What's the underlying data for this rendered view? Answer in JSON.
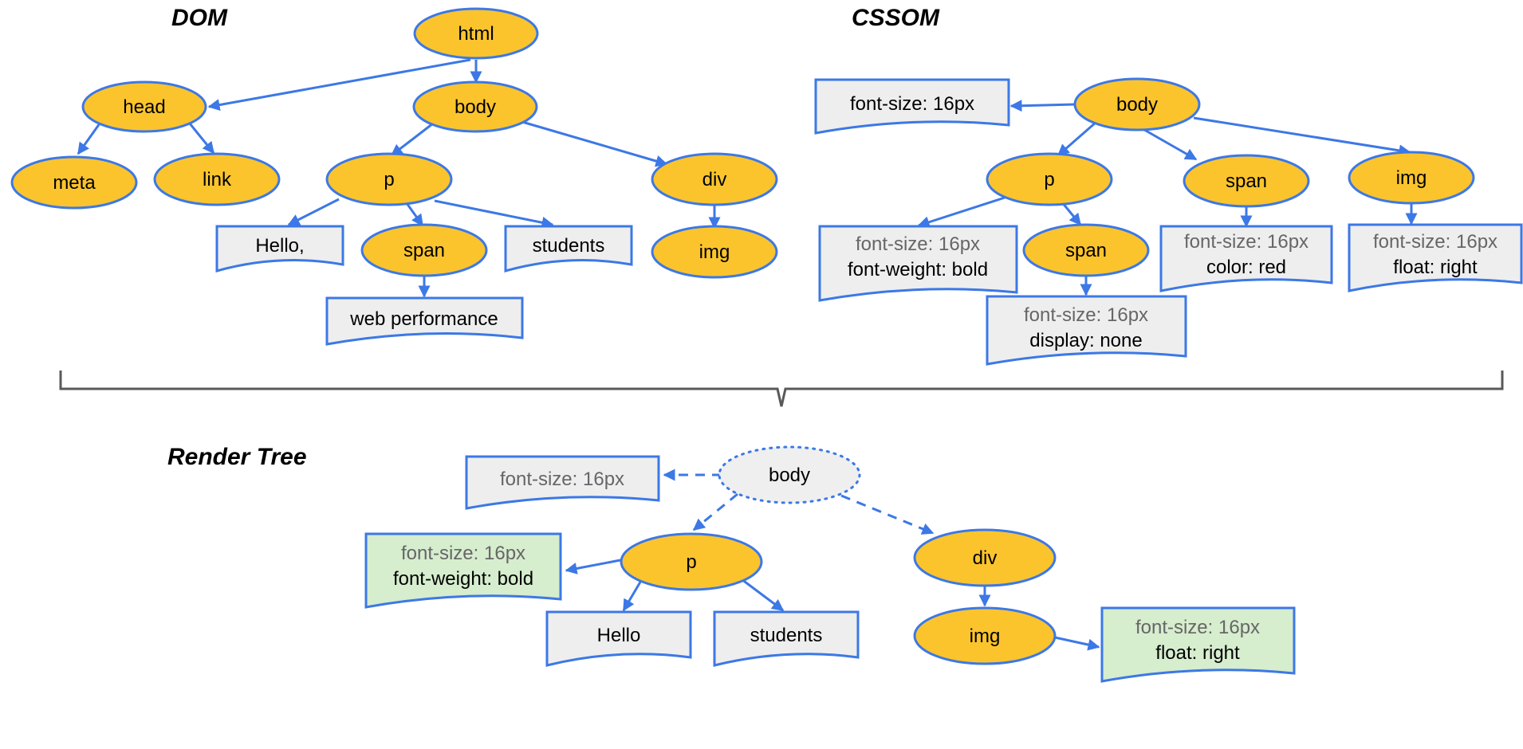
{
  "colors": {
    "node_fill": "#FBC42D",
    "node_stroke": "#3C78E6",
    "doc_fill": "#EEEEEE",
    "doc_fill_highlight": "#D6EDCE",
    "text_inherited": "#666666",
    "text_own": "#000000",
    "render_body_fill": "#EFEFEF"
  },
  "titles": {
    "dom": "DOM",
    "cssom": "CSSOM",
    "render_tree": "Render Tree"
  },
  "dom": {
    "html": "html",
    "head": "head",
    "body": "body",
    "meta": "meta",
    "link": "link",
    "p": "p",
    "div": "div",
    "text_hello": "Hello,",
    "span": "span",
    "text_students": "students",
    "img": "img",
    "text_web_performance": "web performance"
  },
  "cssom": {
    "body": "body",
    "body_style": "font-size: 16px",
    "p": "p",
    "span": "span",
    "img": "img",
    "p_style_inherited": "font-size: 16px",
    "p_style_own": "font-weight: bold",
    "p_span": "span",
    "p_span_style_inherited": "font-size: 16px",
    "p_span_style_own": "display: none",
    "span_style_inherited": "font-size: 16px",
    "span_style_own": "color: red",
    "img_style_inherited": "font-size: 16px",
    "img_style_own": "float: right"
  },
  "render_tree": {
    "body": "body",
    "body_style": "font-size: 16px",
    "p": "p",
    "p_style_inherited": "font-size: 16px",
    "p_style_own": "font-weight: bold",
    "div": "div",
    "text_hello": "Hello",
    "text_students": "students",
    "img": "img",
    "img_style_inherited": "font-size: 16px",
    "img_style_own": "float: right"
  }
}
